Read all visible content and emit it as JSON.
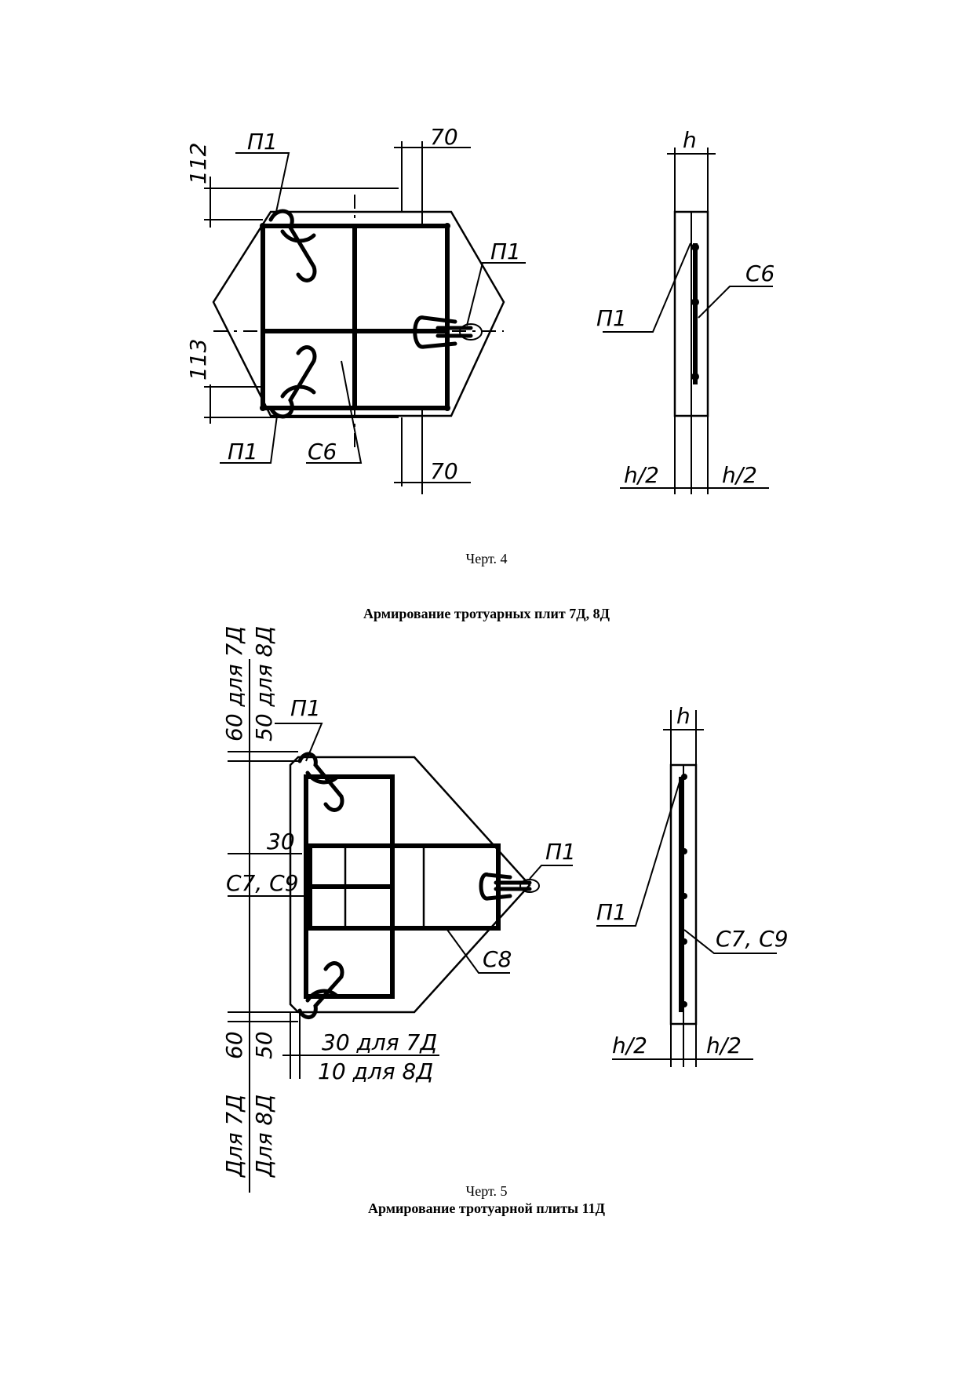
{
  "fig4": {
    "labels": {
      "p1_top": "П1",
      "p1_right": "П1",
      "p1_bottom": "П1",
      "c6_bottom": "С6",
      "dim_112": "112",
      "dim_113": "113",
      "dim_70_top": "70",
      "dim_70_bottom": "70"
    },
    "section_labels": {
      "h": "h",
      "p1": "П1",
      "c6": "С6",
      "h2_left": "h/2",
      "h2_right": "h/2"
    },
    "caption": "Черт. 4"
  },
  "title_7d8d": "Армирование тротуарных плит 7Д, 8Д",
  "fig5": {
    "labels": {
      "dim_60_7d": "60 для 7Д",
      "dim_50_8d": "50 для 8Д",
      "p1_top": "П1",
      "dim_30": "30",
      "c7c9": "С7, С9",
      "p1_right": "П1",
      "c8": "С8",
      "dim_60": "60",
      "dim_50": "50",
      "dim_30_7d": "30  для 7Д",
      "dim_10_8d": "10   для 8Д",
      "for_7d": "Для 7Д",
      "for_8d": "Для 8Д"
    },
    "section_labels": {
      "h": "h",
      "p1": "П1",
      "c7c9": "С7, С9",
      "h2_left": "h/2",
      "h2_right": "h/2"
    },
    "caption": "Черт. 5"
  },
  "title_11d": "Армирование тротуарной плиты 11Д"
}
